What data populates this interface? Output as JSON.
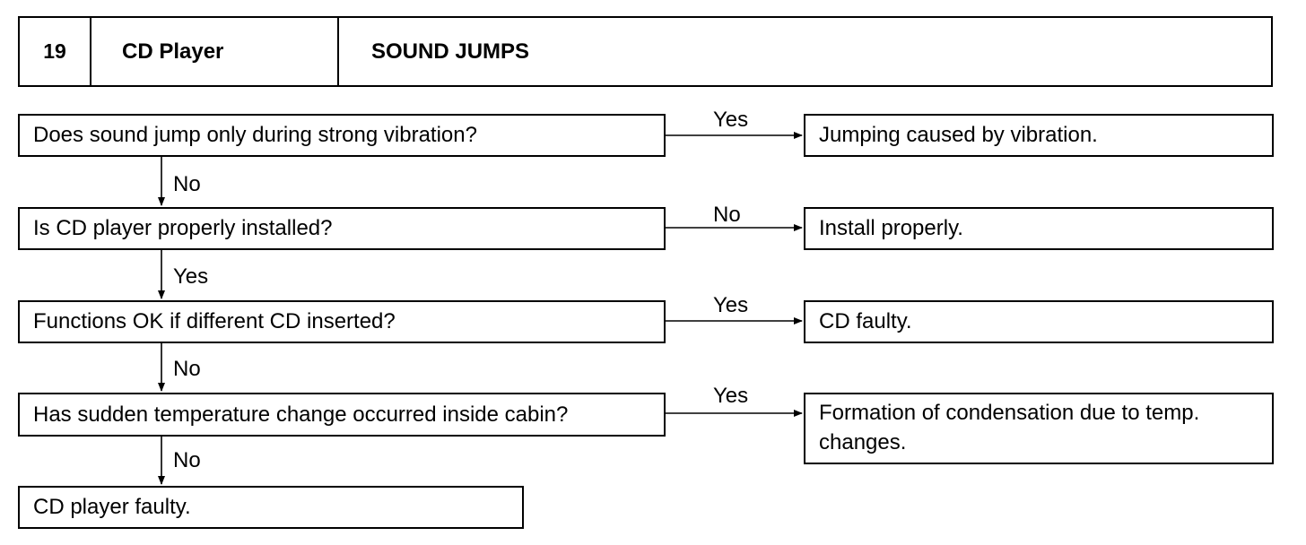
{
  "header": {
    "number": "19",
    "system": "CD Player",
    "symptom": "SOUND JUMPS"
  },
  "questions": [
    "Does sound jump only during strong vibration?",
    "Is CD player properly installed?",
    "Functions OK if different CD inserted?",
    "Has sudden temperature change occurred inside cabin?"
  ],
  "results": [
    "Jumping caused by vibration.",
    "Install properly.",
    "CD faulty.",
    "Formation of condensation due to temp. changes."
  ],
  "right_branch_labels": [
    "Yes",
    "No",
    "Yes",
    "Yes"
  ],
  "down_branch_labels": [
    "No",
    "Yes",
    "No",
    "No"
  ],
  "final_result": "CD player faulty."
}
